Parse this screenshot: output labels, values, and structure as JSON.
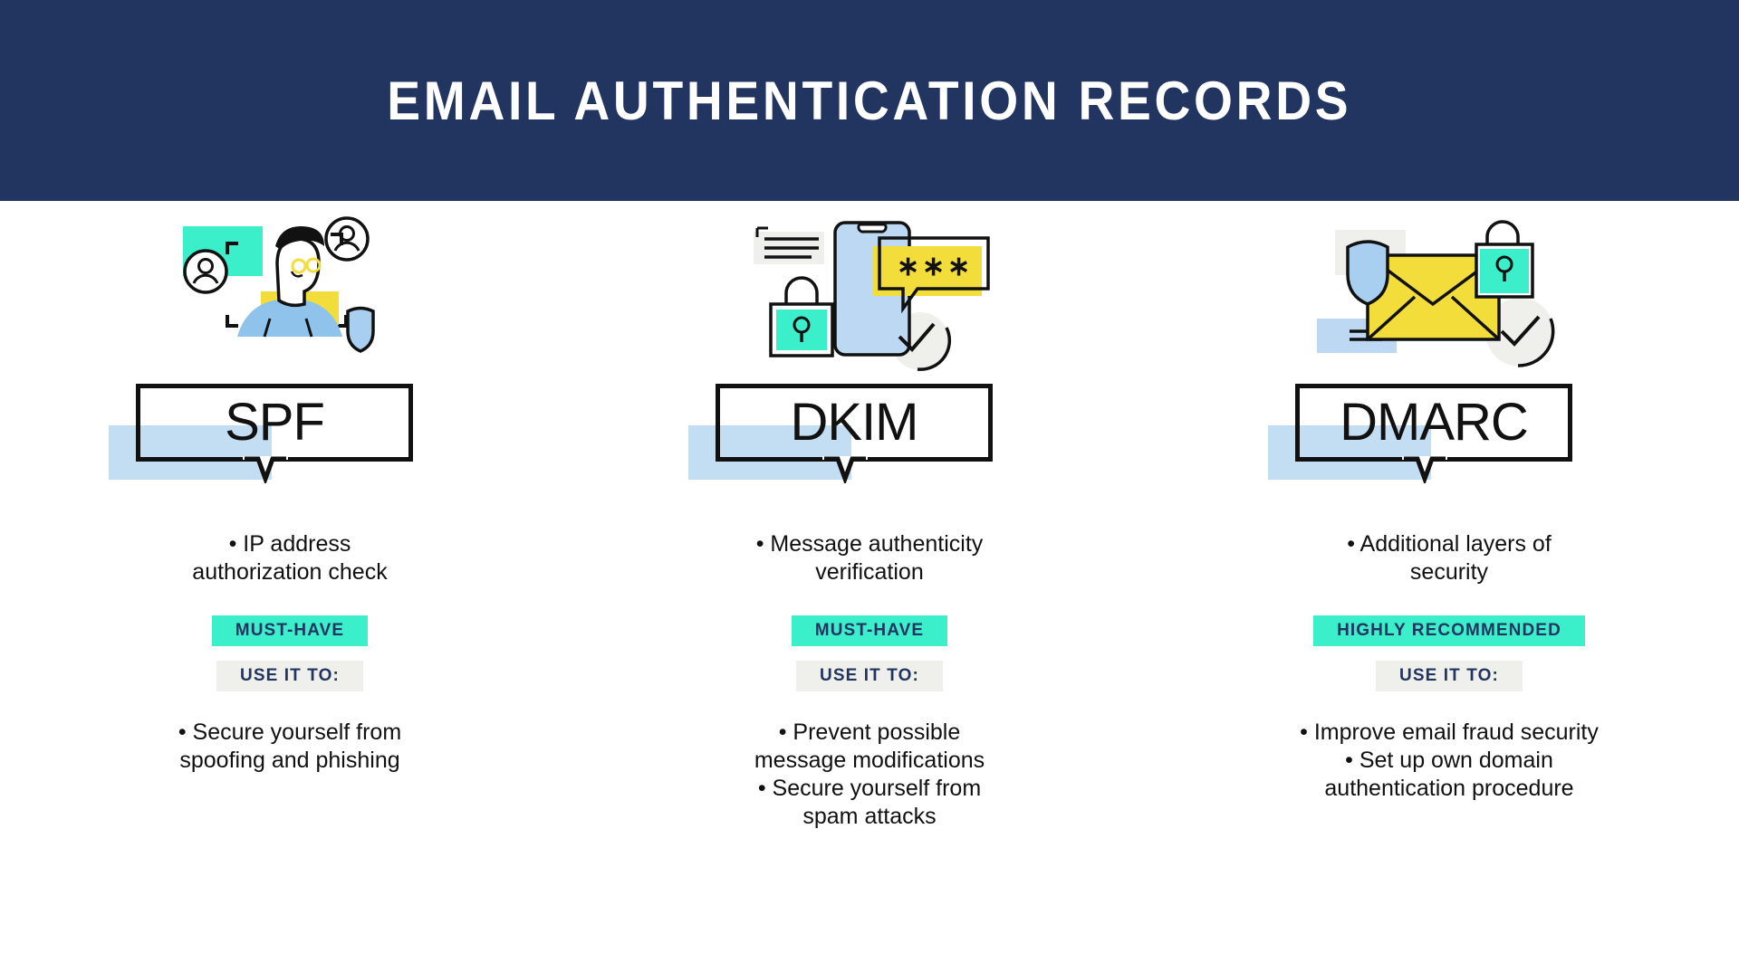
{
  "header": {
    "title": "EMAIL AUTHENTICATION RECORDS",
    "background_color": "#223560",
    "text_color": "#ffffff"
  },
  "theme": {
    "navy": "#223560",
    "teal": "#3BEFCB",
    "yellow": "#F2DD3A",
    "light_blue": "#c3ddf3",
    "mid_blue": "#9CC8EE",
    "gray": "#efefec",
    "black": "#111111"
  },
  "columns": [
    {
      "id": "spf",
      "label": "SPF",
      "illustration_name": "person-face-recognition-illustration",
      "summary": [
        "• IP address",
        "authorization check"
      ],
      "priority_badge": "MUST-HAVE",
      "use_badge": "USE IT TO:",
      "uses": [
        "•  Secure yourself from",
        "spoofing and phishing"
      ]
    },
    {
      "id": "dkim",
      "label": "DKIM",
      "illustration_name": "phone-password-lock-illustration",
      "summary": [
        "•  Message authenticity",
        "verification"
      ],
      "priority_badge": "MUST-HAVE",
      "use_badge": "USE IT TO:",
      "uses": [
        "•  Prevent possible",
        "message modifications",
        "•  Secure yourself from",
        "spam attacks"
      ]
    },
    {
      "id": "dmarc",
      "label": "DMARC",
      "illustration_name": "envelope-shield-lock-illustration",
      "summary": [
        "•  Additional layers of",
        "security"
      ],
      "priority_badge": "HIGHLY RECOMMENDED",
      "use_badge": "USE IT TO:",
      "uses": [
        "• Improve email fraud security",
        "• Set up own domain",
        "authentication procedure"
      ]
    }
  ]
}
